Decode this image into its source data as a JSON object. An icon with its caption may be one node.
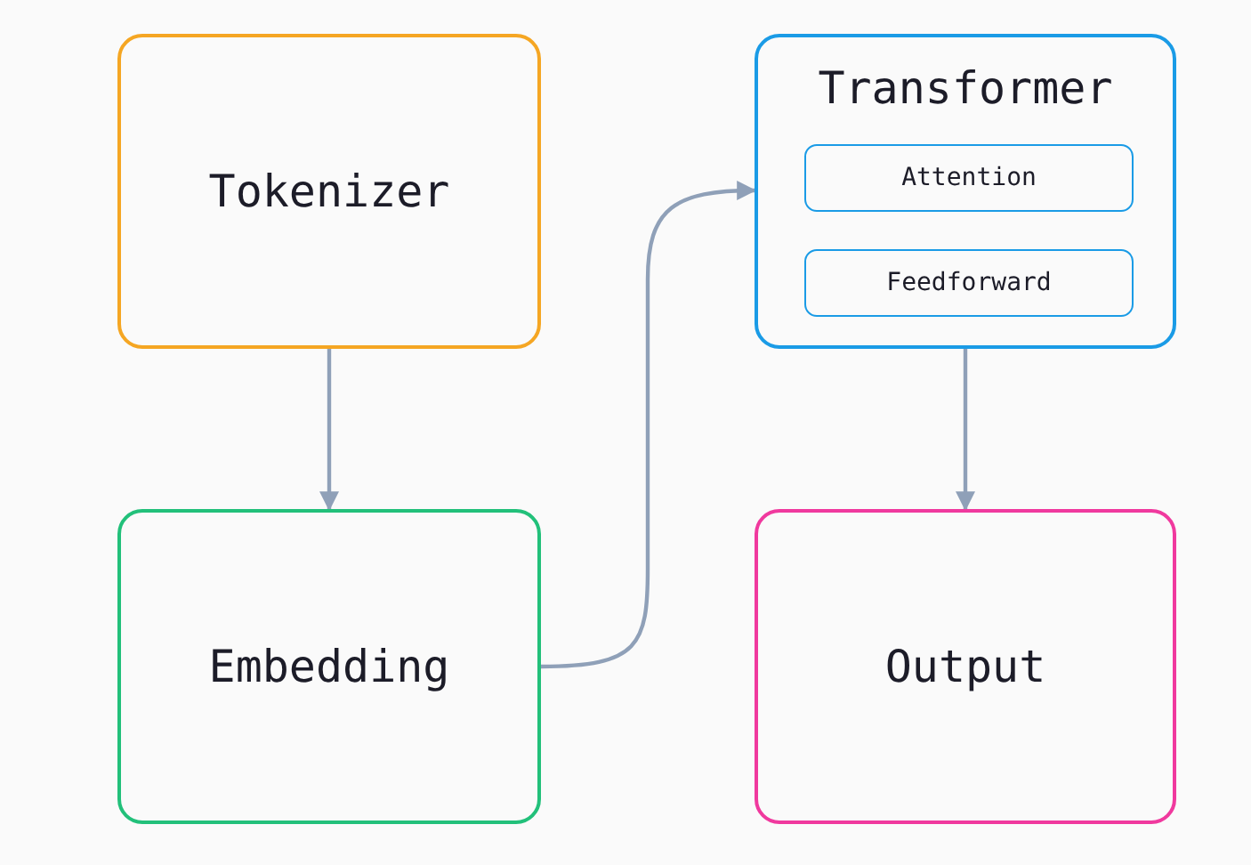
{
  "diagram": {
    "nodes": [
      {
        "text": [
          "Tokenizer"
        ]
      },
      {
        "text": [
          "Transformer"
        ]
      },
      {
        "text": [
          "Attention"
        ],
        "in": 1
      },
      {
        "text": [
          "Feedforward"
        ],
        "in": 1
      },
      {
        "text": [
          "Embedding"
        ]
      },
      {
        "text": [
          "Output"
        ]
      }
    ],
    "edges": [
      {
        "from": 0,
        "to": 4,
        "arrow": "to"
      },
      {
        "from": 4,
        "to": 1,
        "arrow": "to"
      },
      {
        "from": 1,
        "to": 5,
        "arrow": "to"
      }
    ]
  }
}
